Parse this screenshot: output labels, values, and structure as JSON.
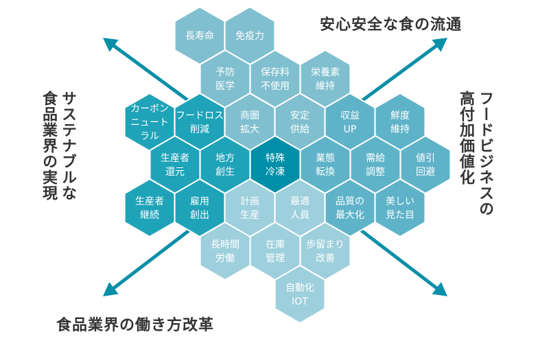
{
  "colors": {
    "arrow": "#0a8fa8",
    "top": "#80bfcf",
    "left": "#1fa3b8",
    "center": "#008fa8",
    "right": "#5fb3c8",
    "bottom": "#9ecfdc"
  },
  "titles": {
    "top_right": "安心安全な食の流通",
    "left_line1": "サステナブルな",
    "left_line2": "食品業界の実現",
    "right_line1": "フードビジネスの",
    "right_line2": "高付加価値化",
    "bottom_left": "食品業界の働き方改革"
  },
  "hexes": [
    {
      "group": "top",
      "lines": [
        "長寿命"
      ]
    },
    {
      "group": "top",
      "lines": [
        "免疫力"
      ]
    },
    {
      "group": "top",
      "lines": [
        "予防",
        "医学"
      ]
    },
    {
      "group": "top",
      "lines": [
        "保存料",
        "不使用"
      ]
    },
    {
      "group": "top",
      "lines": [
        "栄養素",
        "維持"
      ]
    },
    {
      "group": "left",
      "lines": [
        "カーボン",
        "ニュート",
        "ラル"
      ]
    },
    {
      "group": "left",
      "lines": [
        "フードロス",
        "削減"
      ]
    },
    {
      "group": "top",
      "lines": [
        "商圏",
        "拡大"
      ]
    },
    {
      "group": "top",
      "lines": [
        "安定",
        "供給"
      ]
    },
    {
      "group": "right",
      "lines": [
        "収益",
        "UP"
      ]
    },
    {
      "group": "right",
      "lines": [
        "鮮度",
        "維持"
      ]
    },
    {
      "group": "left",
      "lines": [
        "生産者",
        "還元"
      ]
    },
    {
      "group": "left",
      "lines": [
        "地方",
        "創生"
      ]
    },
    {
      "group": "center",
      "lines": [
        "特殊",
        "冷凍"
      ]
    },
    {
      "group": "right",
      "lines": [
        "業態",
        "転換"
      ]
    },
    {
      "group": "right",
      "lines": [
        "需給",
        "調整"
      ]
    },
    {
      "group": "right",
      "lines": [
        "値引",
        "回避"
      ]
    },
    {
      "group": "left",
      "lines": [
        "生産者",
        "継続"
      ]
    },
    {
      "group": "left",
      "lines": [
        "雇用",
        "創出"
      ]
    },
    {
      "group": "bottom",
      "lines": [
        "計画",
        "生産"
      ]
    },
    {
      "group": "bottom",
      "lines": [
        "最適",
        "人員"
      ]
    },
    {
      "group": "right",
      "lines": [
        "品質の",
        "最大化"
      ]
    },
    {
      "group": "right",
      "lines": [
        "美しい",
        "見た目"
      ]
    },
    {
      "group": "bottom",
      "lines": [
        "長時間",
        "労働"
      ]
    },
    {
      "group": "bottom",
      "lines": [
        "在庫",
        "管理"
      ]
    },
    {
      "group": "bottom",
      "lines": [
        "歩留まり",
        "改善"
      ]
    },
    {
      "group": "bottom",
      "lines": [
        "自動化",
        "IOT"
      ]
    }
  ]
}
